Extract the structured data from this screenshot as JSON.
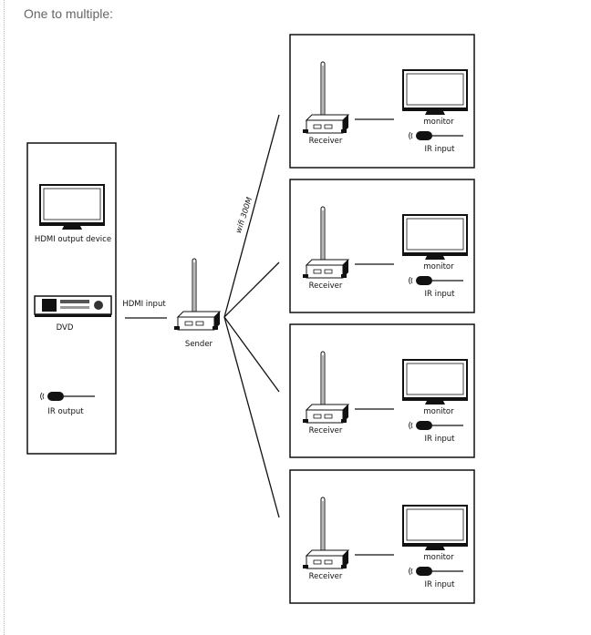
{
  "heading": "One to multiple:",
  "source": {
    "hdmi_device_label": "HDMI output device",
    "dvd_label": "DVD",
    "ir_output_label": "IR output"
  },
  "link": {
    "hdmi_input_label": "HDMI input",
    "wireless_label": "wifi 300M"
  },
  "sender": {
    "label": "Sender"
  },
  "receivers": [
    {
      "receiver_label": "Receiver",
      "monitor_label": "monitor",
      "ir_label": "IR input"
    },
    {
      "receiver_label": "Receiver",
      "monitor_label": "monitor",
      "ir_label": "IR input"
    },
    {
      "receiver_label": "Receiver",
      "monitor_label": "monitor",
      "ir_label": "IR input"
    },
    {
      "receiver_label": "Receiver",
      "monitor_label": "monitor",
      "ir_label": "IR input"
    }
  ]
}
